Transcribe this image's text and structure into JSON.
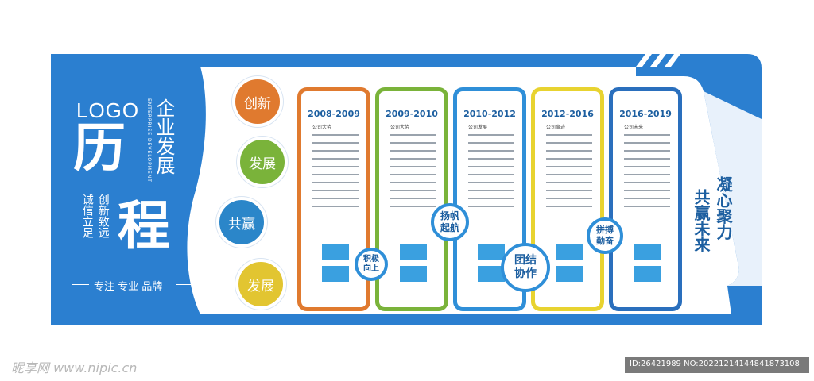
{
  "left_panel": {
    "logo": "LOGO",
    "title_char_1": "历",
    "title_char_2": "程",
    "heading_vertical": "企业发展",
    "english_vertical": "ENTERPRISE DEVELOPMENT",
    "slogan_col_1": "诚信立足",
    "slogan_col_2": "创新致远",
    "tagline": "专注 专业 品牌",
    "bg_color": "#2b7fd0"
  },
  "circles": [
    {
      "label": "创新",
      "color": "#e07a2f"
    },
    {
      "label": "发展",
      "color": "#7ab33a"
    },
    {
      "label": "共赢",
      "color": "#2b86c9"
    },
    {
      "label": "发展",
      "color": "#e2c531"
    }
  ],
  "cards": [
    {
      "year": "2008-2009",
      "sub": "公司大势",
      "border": "#e07a2f"
    },
    {
      "year": "2009-2010",
      "sub": "公司大势",
      "border": "#7ab33a"
    },
    {
      "year": "2010-2012",
      "sub": "公司发展",
      "border": "#2f8fd8"
    },
    {
      "year": "2012-2016",
      "sub": "公司事迹",
      "border": "#e8d330"
    },
    {
      "year": "2016-2019",
      "sub": "公司未来",
      "border": "#2a6fbd"
    }
  ],
  "badges": [
    {
      "line1": "积极",
      "line2": "向上"
    },
    {
      "line1": "扬帆",
      "line2": "起航"
    },
    {
      "line1": "团结",
      "line2": "协作"
    },
    {
      "line1": "拼搏",
      "line2": "勤奋"
    }
  ],
  "right_panel": {
    "col_1": "凝心聚力",
    "col_2": "共赢未来"
  },
  "footer": {
    "watermark": "昵享网 www.nipic.cn",
    "id_text": "ID:26421989 NO:20221214144841873108"
  }
}
